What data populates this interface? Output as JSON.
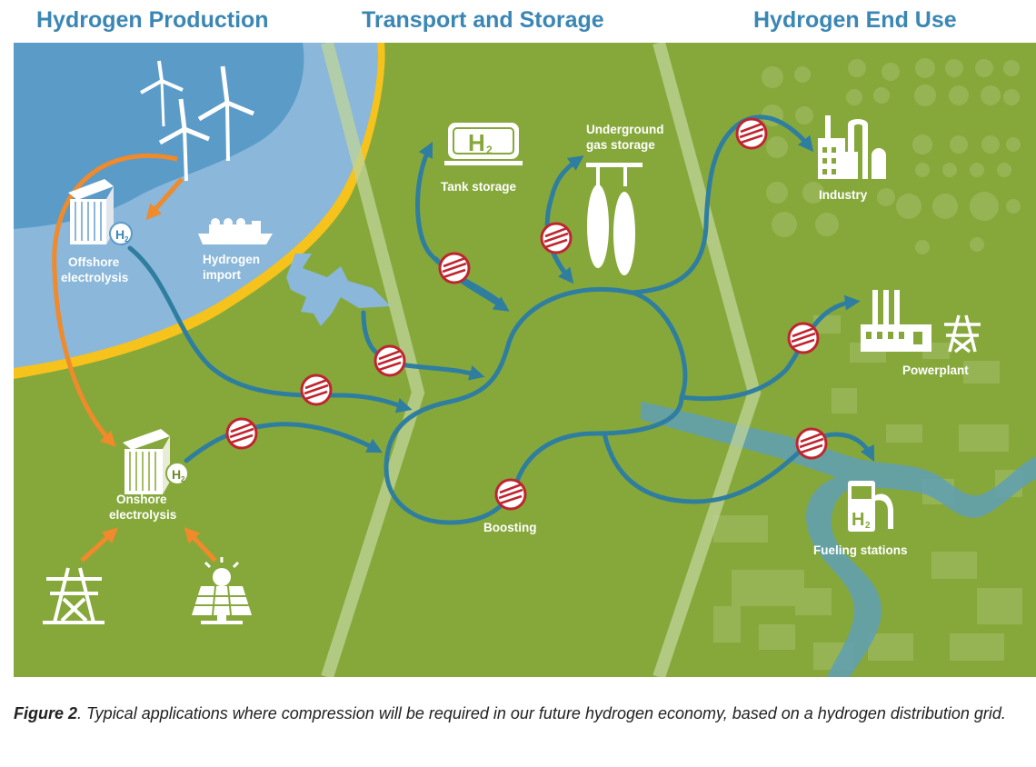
{
  "headers": {
    "production": "Hydrogen Production",
    "transport": "Transport and Storage",
    "end_use": "Hydrogen End Use"
  },
  "labels": {
    "offshore_line1": "Offshore",
    "offshore_line2": "electrolysis",
    "import_line1": "Hydrogen",
    "import_line2": "import",
    "onshore_line1": "Onshore",
    "onshore_line2": "electrolysis",
    "tank": "Tank storage",
    "underground_line1": "Underground",
    "underground_line2": "gas storage",
    "boosting": "Boosting",
    "industry": "Industry",
    "powerplant": "Powerplant",
    "fueling": "Fueling stations",
    "h2_symbol": "H",
    "h2_sub": "2"
  },
  "caption": {
    "figure_label": "Figure 2",
    "text": ". Typical applications where compression will be required in our future hydrogen economy, based on a hydrogen distribution grid."
  },
  "colors": {
    "land": "#86a83a",
    "sea_deep": "#5b9bc8",
    "sea_light": "#8ab7da",
    "beach": "#f6c21c",
    "pipeline": "#2f7ea0",
    "power_arrow": "#f08a2a",
    "compressor_red": "#c0252f",
    "header_blue": "#3a86b4"
  }
}
